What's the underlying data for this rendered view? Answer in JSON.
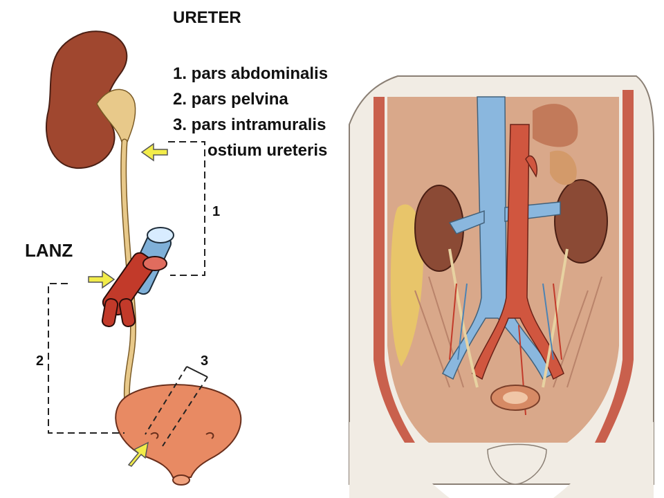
{
  "header": {
    "title": "URETER"
  },
  "parts": [
    "1. pars abdominalis",
    "2. pars pelvina",
    "3. pars intramuralis",
    "ostium ureteris"
  ],
  "side_label": "LANZ",
  "segment_numbers": [
    "1",
    "2",
    "3"
  ],
  "colors": {
    "kidney": "#a0472f",
    "ureter": "#e8c98a",
    "artery": "#c23a2a",
    "vein": "#7fb0d8",
    "bladder": "#e88a63",
    "arrow": "#f2ec4a"
  }
}
